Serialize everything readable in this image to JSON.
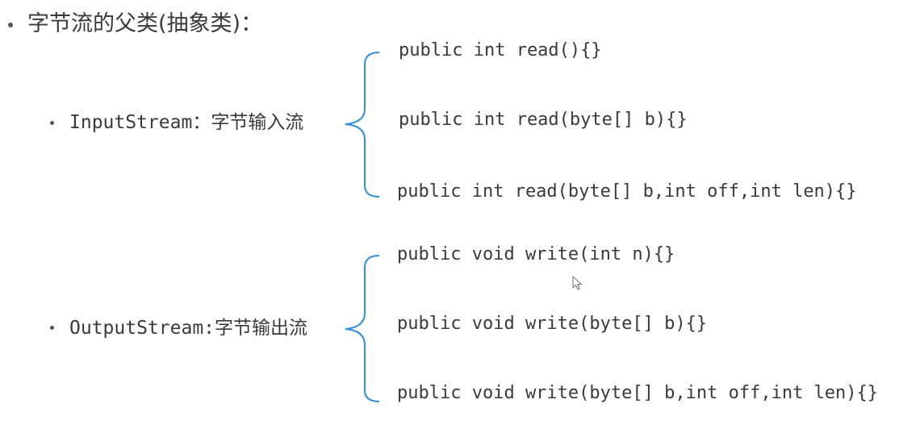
{
  "heading": "字节流的父类(抽象类)：",
  "groups": [
    {
      "label": "InputStream：字节输入流",
      "methods": [
        "public int read(){}",
        "public int read(byte[] b){}",
        "public int read(byte[] b,int off,int len){}"
      ]
    },
    {
      "label": "OutputStream:字节输出流",
      "methods": [
        "public void write(int n){}",
        "public void write(byte[] b){}",
        "public void write(byte[] b,int off,int len){}"
      ]
    }
  ],
  "colors": {
    "brace": "#2f8fe0",
    "text": "#3a3a3a"
  }
}
